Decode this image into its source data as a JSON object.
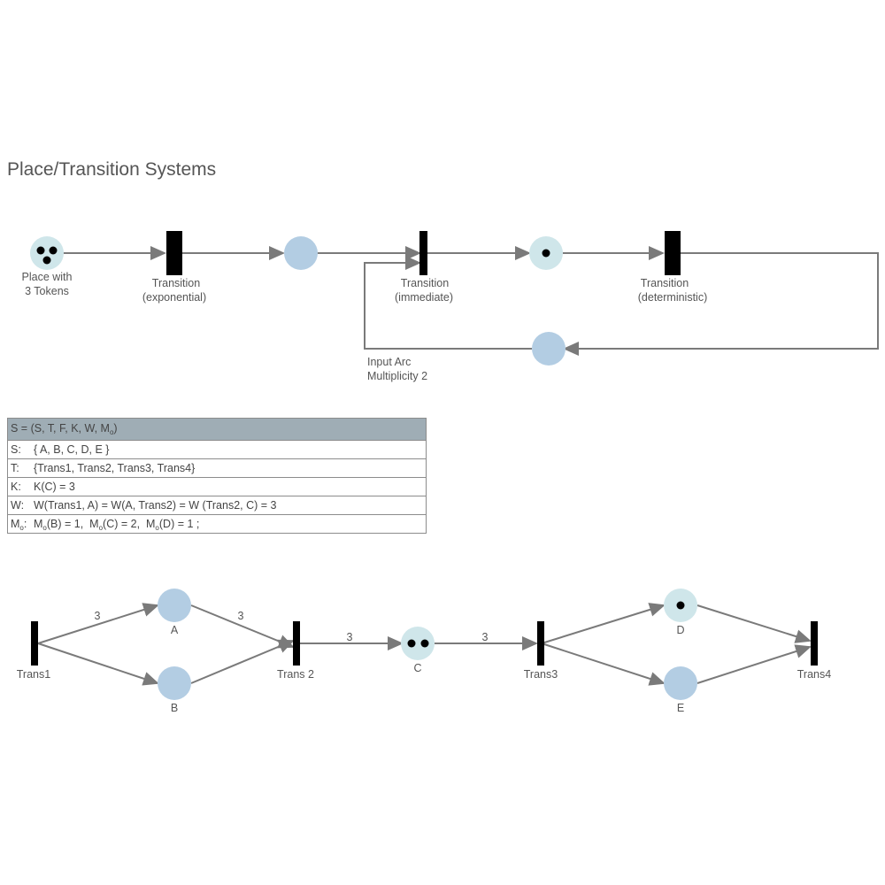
{
  "title": "Place/Transition Systems",
  "colors": {
    "arc": "#7a7a7a",
    "place_fill": "#b3cde3",
    "marked_place_fill": "#cfe6ea",
    "transition": "#000000",
    "token": "#000000",
    "table_header": "#9fadb5",
    "table_border": "#8c8c8c"
  },
  "legend_diagram": {
    "place_tokens_label": [
      "Place with",
      "3 Tokens"
    ],
    "exponential_label": [
      "Transition",
      "(exponential)"
    ],
    "immediate_label": [
      "Transition",
      "(immediate)"
    ],
    "deterministic_label": [
      "Transition",
      "(deterministic)"
    ],
    "input_arc_label": [
      "Input Arc",
      "Multiplicity 2"
    ]
  },
  "definition": {
    "header": {
      "text": "S = (S, T, F, K, W, M",
      "sub": "o",
      "suffix": ")"
    },
    "rows": [
      {
        "key": "S:",
        "value": "{ A, B, C, D, E }"
      },
      {
        "key": "T:",
        "value": "{Trans1, Trans2, Trans3, Trans4}"
      },
      {
        "key": "K:",
        "value": "K(C) = 3"
      },
      {
        "key": "W:",
        "value": "W(Trans1, A)  =  W(A, Trans2)  = W (Trans2, C)  =  3"
      }
    ],
    "marking": {
      "key": "M",
      "key_sub": "o",
      "key_suffix": ":",
      "parts": [
        {
          "m": "M",
          "sub": "o",
          "rest": "(B) = 1,  "
        },
        {
          "m": "M",
          "sub": "o",
          "rest": "(C) = 2,  "
        },
        {
          "m": "M",
          "sub": "o",
          "rest": "(D) = 1 ;"
        }
      ]
    }
  },
  "example_net": {
    "transitions": [
      {
        "id": "trans1",
        "label": "Trans1"
      },
      {
        "id": "trans2",
        "label": "Trans 2"
      },
      {
        "id": "trans3",
        "label": "Trans3"
      },
      {
        "id": "trans4",
        "label": "Trans4"
      }
    ],
    "places": [
      {
        "id": "a",
        "label": "A",
        "tokens": 0
      },
      {
        "id": "b",
        "label": "B",
        "tokens": 0
      },
      {
        "id": "c",
        "label": "C",
        "tokens": 2
      },
      {
        "id": "d",
        "label": "D",
        "tokens": 1
      },
      {
        "id": "e",
        "label": "E",
        "tokens": 0
      }
    ],
    "arc_weights": {
      "trans1_a": "3",
      "a_trans2": "3",
      "trans2_c": "3",
      "c_trans3": "3"
    }
  }
}
